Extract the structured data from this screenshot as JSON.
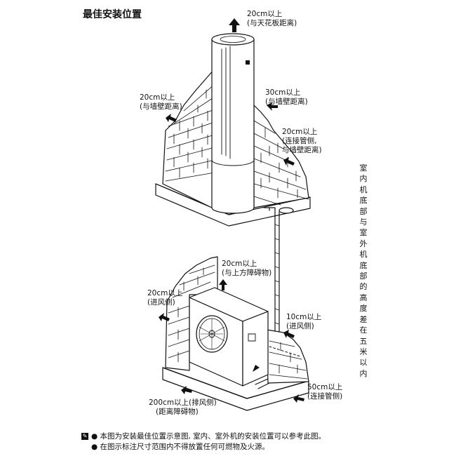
{
  "title": "最佳安装位置",
  "labels": {
    "ceiling": [
      "20cm以上",
      "(与天花板距离)"
    ],
    "left_wall": [
      "20cm以上",
      "(与墙壁距离)"
    ],
    "right_wall": [
      "30cm以上",
      "(与墙壁距离)"
    ],
    "pipe_side": [
      "20cm以上",
      "(连接管侧,",
      "与墙壁距离)"
    ],
    "outdoor_top": [
      "20cm以上",
      "(与上方障碍物)"
    ],
    "outdoor_left": [
      "20cm以上",
      "(进风侧)"
    ],
    "outdoor_right": [
      "10cm以上",
      "(进风侧)"
    ],
    "outdoor_front": [
      "200cm以上(排风侧)",
      "(距离障碍物)"
    ],
    "outdoor_pipe": [
      "50cm以上",
      "(连接管侧)"
    ]
  },
  "height_note": "室内机底部与室外机底部的高度差在五米以内",
  "notes": [
    "● 本图为安装最佳位置示意图, 室内、室外机的安装位置可以参考此图。",
    "● 在图示标注尺寸范围内不得放置任何可燃物及火源。"
  ]
}
